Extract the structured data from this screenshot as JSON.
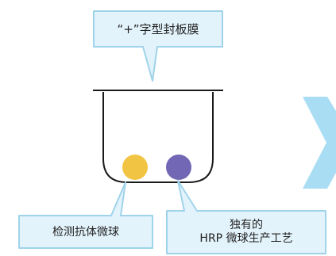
{
  "labels": {
    "membrane": "“+”字型封板膜",
    "detection_beads": "检测抗体微球",
    "unique_line1": "独有的",
    "unique_line2": "HRP 微球生产工艺"
  },
  "colors": {
    "callout_fill": "#e3f3fb",
    "callout_stroke": "#9fd3ea",
    "arrow": "#a8ddf3",
    "vessel_stroke": "#1a1a1a",
    "bead_yellow": "#f2c443",
    "bead_purple": "#7167b4"
  }
}
